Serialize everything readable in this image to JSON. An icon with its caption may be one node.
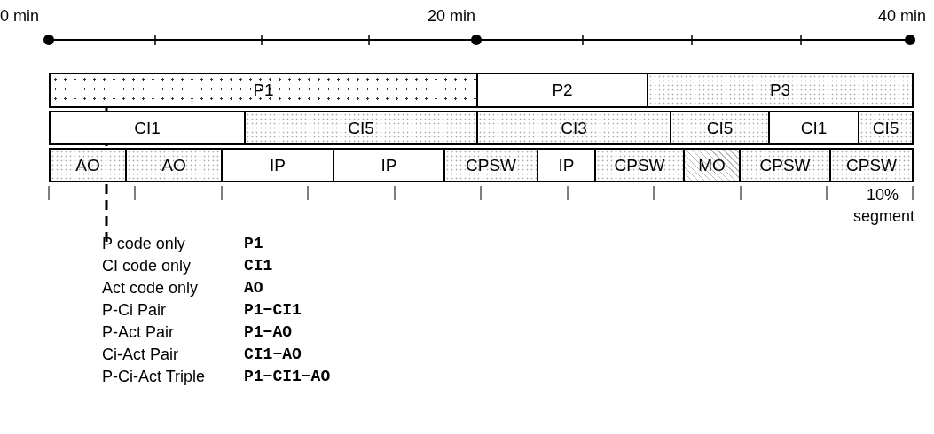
{
  "diagram": {
    "nodes": [
      {
        "text": [
          "P1"
        ]
      },
      {
        "text": [
          "P2"
        ]
      },
      {
        "text": [
          "P3"
        ]
      },
      {
        "text": [
          "CI1"
        ]
      },
      {
        "text": [
          "CI5"
        ]
      },
      {
        "text": [
          "CI3"
        ]
      },
      {
        "text": [
          "CI5"
        ]
      },
      {
        "text": [
          "CI1"
        ]
      },
      {
        "text": [
          "CI5"
        ]
      },
      {
        "text": [
          "AO"
        ]
      },
      {
        "text": [
          "AO"
        ]
      },
      {
        "text": [
          "IP"
        ]
      },
      {
        "text": [
          "IP"
        ]
      },
      {
        "text": [
          "CPSW"
        ]
      },
      {
        "text": [
          "IP"
        ]
      },
      {
        "text": [
          "CPSW"
        ]
      },
      {
        "text": [
          "MO"
        ]
      },
      {
        "text": [
          "CPSW"
        ]
      },
      {
        "text": [
          "CPSW"
        ]
      }
    ],
    "labels": [
      "0 min",
      "20 min",
      "40 min",
      "10% segment",
      "P code only",
      "P1",
      "CI code only",
      "CI1",
      "Act code only",
      "AO",
      "P-Ci Pair",
      "P1−CI1",
      "P-Act Pair",
      "P1−AO",
      "Ci-Act Pair",
      "CI1−AO",
      "P-Ci-Act Triple",
      "P1−CI1−AO"
    ]
  }
}
